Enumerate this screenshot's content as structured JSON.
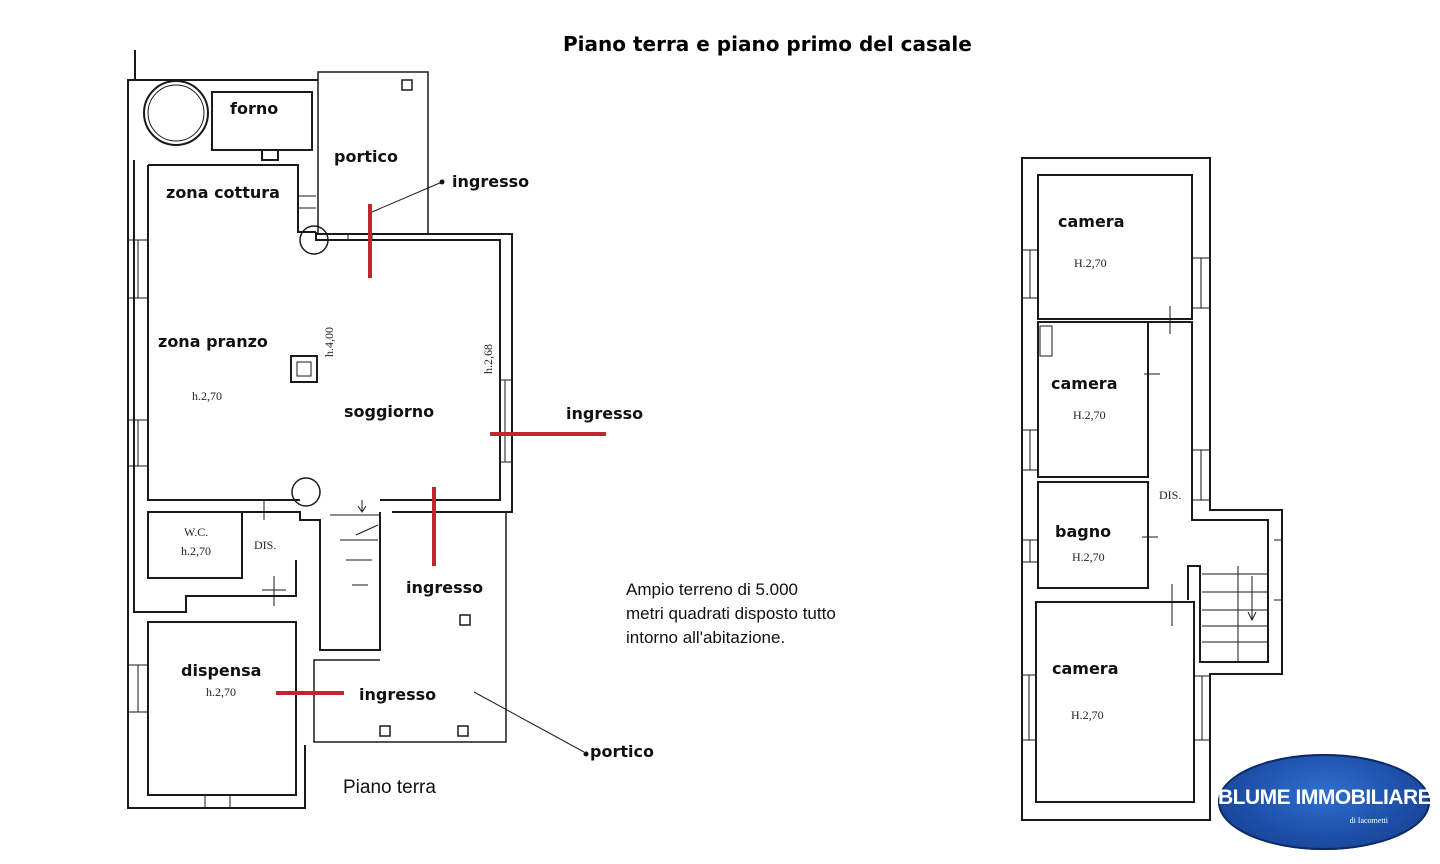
{
  "title": "Piano terra e piano primo del casale",
  "ground_floor": {
    "label": "Piano terra",
    "rooms": {
      "forno": "forno",
      "portico_top": "portico",
      "zona_cottura": "zona cottura",
      "zona_pranzo": "zona pranzo",
      "zona_pranzo_h": "h.2,70",
      "soggiorno": "soggiorno",
      "soggiorno_h_center": "h.4,00",
      "soggiorno_h_side": "h.2,68",
      "wc": "W.C.",
      "wc_h": "h.2,70",
      "dis": "DIS.",
      "dispensa": "dispensa",
      "dispensa_h": "h.2,70",
      "portico_bottom": "portico"
    },
    "entrances": [
      "ingresso",
      "ingresso",
      "ingresso",
      "ingresso"
    ]
  },
  "first_floor": {
    "rooms": {
      "camera_1": "camera",
      "camera_1_h": "H.2,70",
      "camera_2": "camera",
      "camera_2_h": "H.2,70",
      "bagno": "bagno",
      "bagno_h": "H.2,70",
      "dis": "DIS.",
      "camera_3": "camera",
      "camera_3_h": "H.2,70"
    }
  },
  "note": "Ampio terreno di 5.000 metri quadrati disposto tutto intorno all'abitazione.",
  "logo": {
    "name": "BLUME IMMOBILIARE",
    "subtitle": "di Iacometti"
  },
  "colors": {
    "walls": "#1a1a1a",
    "entrance_marker": "#c0262d",
    "logo_blue": "#1d4fa8"
  }
}
